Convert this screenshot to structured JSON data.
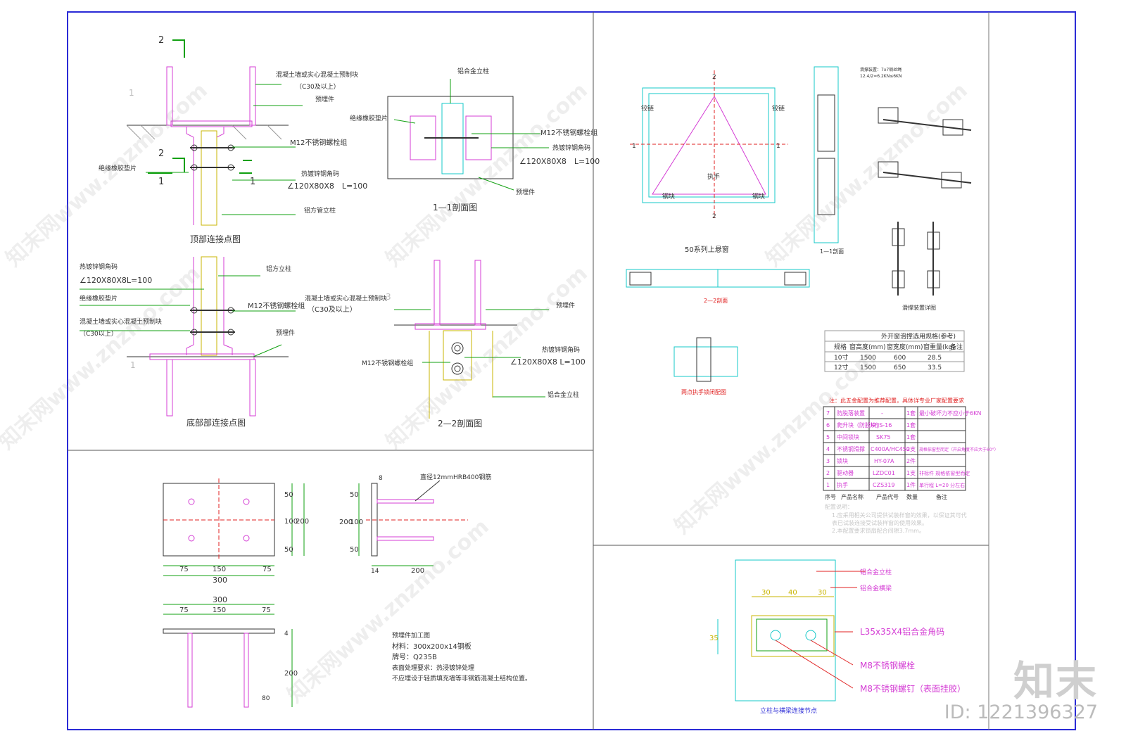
{
  "colors": {
    "frame": "#2b2bd6",
    "green": "#10a010",
    "magenta": "#d43cd4",
    "cyan": "#14c8c8",
    "red": "#e02020",
    "dark": "#333333",
    "yellow": "#c8b400"
  },
  "top_joint": {
    "title": "顶部连接点图",
    "labels": [
      "混凝土墙或实心混凝土预制块",
      "（C30及以上）",
      "预埋件",
      "M12不锈钢螺栓组",
      "热镀锌钢角码",
      "∠120X80X8　L=100",
      "铝方管立柱",
      "绝缘橡胶垫片"
    ],
    "section_marks": [
      "2",
      "2",
      "1",
      "1",
      "1"
    ]
  },
  "bottom_joint": {
    "title": "底部部连接点图",
    "labels": [
      "热镀锌钢角码",
      "∠120X80X8L=100",
      "绝缘橡胶垫片",
      "混凝土墙或实心混凝土预制块",
      "（C30以上）",
      "铝方立柱",
      "M12不锈钢螺栓组",
      "预埋件"
    ],
    "section_marks": [
      "1"
    ]
  },
  "section11": {
    "title": "1—1剖面图",
    "labels": [
      "铝合金立柱",
      "绝缘橡胶垫片",
      "M12不锈钢螺栓组",
      "热镀锌钢角码",
      "∠120X80X8　L=100",
      "预埋件"
    ]
  },
  "section22": {
    "title": "2—2剖面图",
    "labels": [
      "混凝土墙或实心混凝土预制块",
      "（C30及以上）",
      "预埋件",
      "热镀锌钢角码",
      "∠120X80X8 L=100",
      "M12不锈钢螺栓组",
      "铝合金立柱"
    ],
    "section_marks": [
      "3"
    ]
  },
  "embed": {
    "dims_plate": [
      "50",
      "100",
      "50",
      "200",
      "75",
      "150",
      "75",
      "300"
    ],
    "dims_side": [
      "8",
      "200",
      "100",
      "50",
      "50",
      "14",
      "200"
    ],
    "dims_bottom": [
      "300",
      "75",
      "150",
      "75",
      "4",
      "200",
      "80"
    ],
    "rebar_label": "直径12mmHRB400钢筋",
    "notes": [
      "预埋件加工图",
      "材料：300x200x14钢板",
      "牌号：Q235B",
      "表面处理要求：热浸镀锌处理",
      "不应埋设于轻质填充墙等非钢筋混凝土结构位置。"
    ]
  },
  "window": {
    "title": "50系列上悬窗",
    "labels": [
      "铰链",
      "铰链",
      "执手",
      "钢块",
      "钢块",
      "1—1剖面",
      "2—2剖面",
      "两点执手锁闭配图",
      "滑撑装置详图"
    ],
    "marks": [
      "1",
      "1",
      "2",
      "2"
    ],
    "small_notes": [
      "滑撑装置：7x7钢丝绳",
      "12.4/2=6.2KN≤6KN"
    ]
  },
  "weight_table": {
    "title": "外开窗滑撑选用规格(参考)",
    "headers": [
      "规格",
      "窗高度(mm)",
      "窗宽度(mm)",
      "窗重量(kg)",
      "备注"
    ],
    "rows": [
      [
        "10寸",
        "1500",
        "600",
        "28.5",
        ""
      ],
      [
        "12寸",
        "1500",
        "650",
        "33.5",
        ""
      ]
    ]
  },
  "hardware_table": {
    "note": "注：此五金配置为推荐配置，具体详专业厂家配置要求",
    "headers": [
      "序号",
      "产品名称",
      "产品代号",
      "数量",
      "备注"
    ],
    "rows": [
      [
        "7",
        "防脱落装置",
        "-",
        "1套",
        "最小破坏力不应小于6KN"
      ],
      [
        "6",
        "爬升块（防脱块）",
        "KFJS-16",
        "1套",
        ""
      ],
      [
        "5",
        "中间锁块",
        "SK75",
        "1套",
        ""
      ],
      [
        "4",
        "不锈钢滑撑",
        "C400A/HC450",
        "2支",
        "规格依窗型而定（开启角度不应大于60°）"
      ],
      [
        "3",
        "锁块",
        "HY-07A",
        "2件",
        ""
      ],
      [
        "2",
        "驱动器",
        "LZDC01",
        "1支",
        "非标件 规格依窗型而定"
      ],
      [
        "1",
        "执手",
        "CZS319",
        "1件",
        "单行程 L=20 分左右"
      ]
    ],
    "notes": [
      "配置说明：",
      "1.应采用相关公司提供试装样窗的效果，以保证其可代",
      "表已试装连接受试装样窗的使用效果。",
      "2.本配置要求锁扇配合间隙3.7mm。"
    ]
  },
  "column_joint": {
    "title": "立柱与横梁连接节点",
    "labels": [
      "铝合金立柱",
      "铝合金横梁",
      "L35x35X4铝合金角码",
      "M8不锈钢螺栓",
      "M8不锈钢螺钉（表面挂胶）"
    ],
    "dims": [
      "30",
      "40",
      "30",
      "35"
    ]
  },
  "watermark": "知末网www.znzmo.com",
  "brand": {
    "logo": "知末",
    "id": "ID: 1221396327"
  }
}
